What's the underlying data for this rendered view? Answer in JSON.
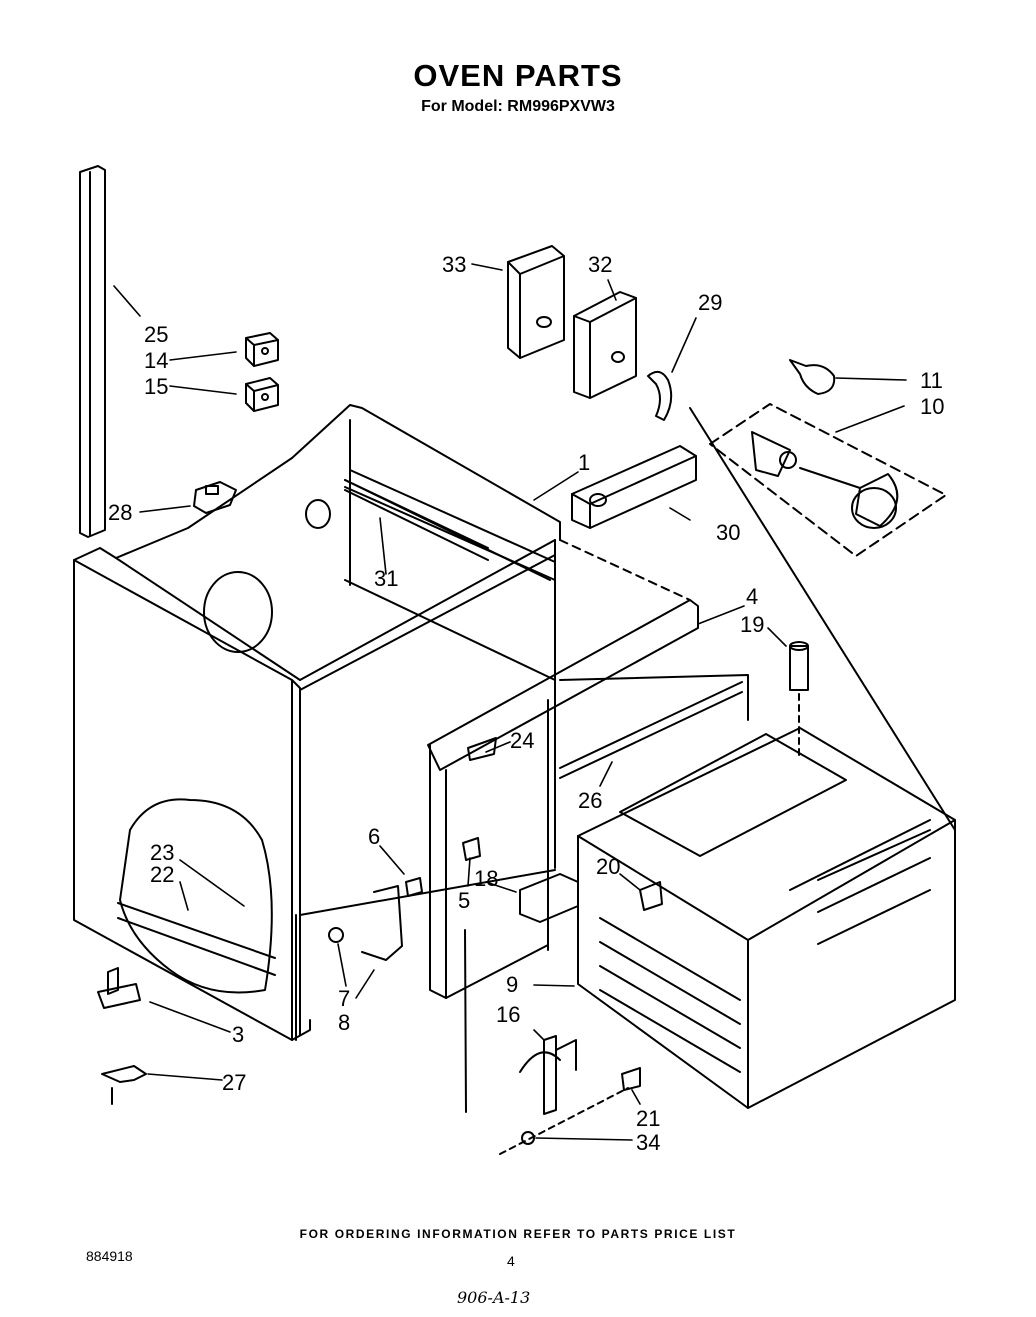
{
  "header": {
    "title": "OVEN PARTS",
    "subtitle": "For Model: RM996PXVW3"
  },
  "callouts": [
    "1",
    "3",
    "4",
    "5",
    "6",
    "7",
    "8",
    "9",
    "10",
    "11",
    "14",
    "15",
    "16",
    "18",
    "19",
    "20",
    "21",
    "22",
    "23",
    "24",
    "25",
    "26",
    "27",
    "28",
    "29",
    "30",
    "31",
    "32",
    "33",
    "34"
  ],
  "footer": {
    "ordering_note": "FOR ORDERING INFORMATION REFER TO PARTS PRICE LIST",
    "doc_number": "884918",
    "page_number": "4",
    "handwritten_note": "906-A-13"
  }
}
